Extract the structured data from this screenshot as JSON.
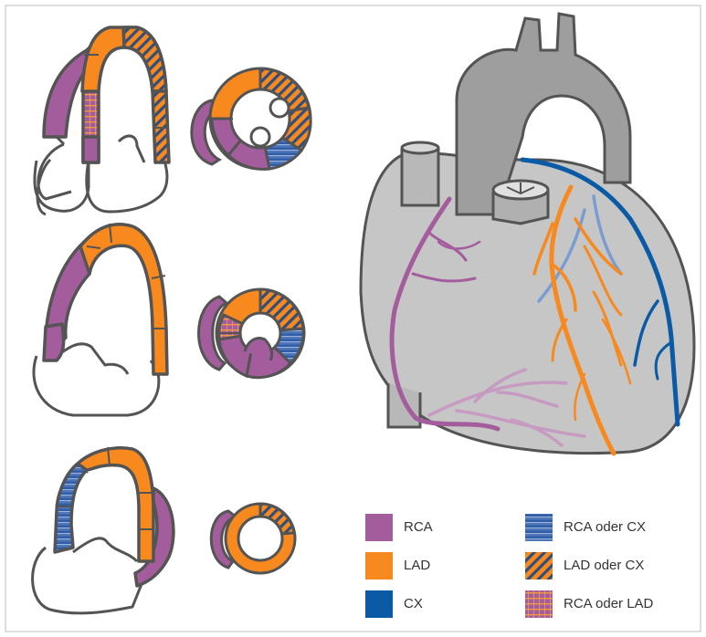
{
  "colors": {
    "rca": "#a45d9c",
    "rca_light": "#c79ac2",
    "lad": "#f7891e",
    "cx": "#0a5aa5",
    "outline": "#545454",
    "heart": "#c6c6c6",
    "heart_dark": "#9e9e9e",
    "frame": "#d4d4d4"
  },
  "legend": {
    "rca": "RCA",
    "lad": "LAD",
    "cx": "CX",
    "rca_or_cx": "RCA oder CX",
    "lad_or_cx": "LAD oder CX",
    "rca_or_lad": "RCA oder LAD"
  }
}
